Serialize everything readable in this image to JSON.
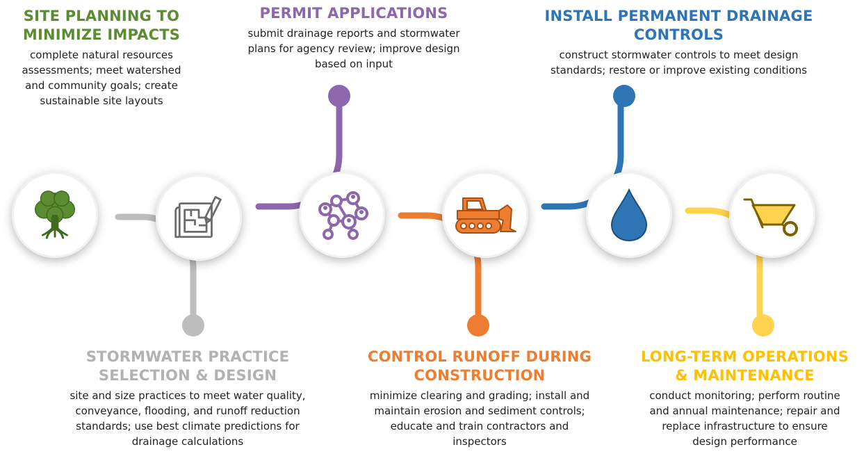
{
  "steps": [
    {
      "id": "site-planning",
      "title_lines": [
        "SITE PLANNING TO",
        "MINIMIZE IMPACTS"
      ],
      "description_lines": [
        "complete natural resources",
        "assessments; meet watershed",
        "and community goals; create",
        "sustainable site layouts"
      ],
      "color": "#5b8c32",
      "icon": "tree-icon"
    },
    {
      "id": "practice-selection",
      "title_lines": [
        "STORMWATER PRACTICE",
        "SELECTION & DESIGN"
      ],
      "description_lines": [
        "site and size practices to meet water quality,",
        "conveyance, flooding, and runoff reduction",
        "standards; use best climate predictions for",
        "drainage calculations"
      ],
      "color": "#b2b2b2",
      "icon": "blueprint-icon"
    },
    {
      "id": "permit-applications",
      "title_lines": [
        "PERMIT APPLICATIONS"
      ],
      "description_lines": [
        "submit drainage reports and stormwater",
        "plans for agency review; improve design",
        "based on input"
      ],
      "color": "#8c67ac",
      "icon": "network-icon"
    },
    {
      "id": "control-runoff",
      "title_lines": [
        "CONTROL RUNOFF DURING",
        "CONSTRUCTION"
      ],
      "description_lines": [
        "minimize clearing and grading; install and",
        "maintain erosion and sediment controls;",
        "educate and train contractors and",
        "inspectors"
      ],
      "color": "#ed7d31",
      "icon": "bulldozer-icon"
    },
    {
      "id": "install-controls",
      "title_lines": [
        "INSTALL PERMANENT DRAINAGE",
        "CONTROLS"
      ],
      "description_lines": [
        "construct stormwater controls to meet design",
        "standards; restore or improve existing conditions"
      ],
      "color": "#2e75b6",
      "icon": "water-drop-icon"
    },
    {
      "id": "operations-maintenance",
      "title_lines": [
        "LONG-TERM OPERATIONS",
        "& MAINTENANCE"
      ],
      "description_lines": [
        "conduct monitoring; perform routine",
        "and annual maintenance; repair and",
        "replace infrastructure to ensure",
        "design performance"
      ],
      "color": "#ffd34d",
      "icon": "wheelbarrow-icon"
    }
  ]
}
